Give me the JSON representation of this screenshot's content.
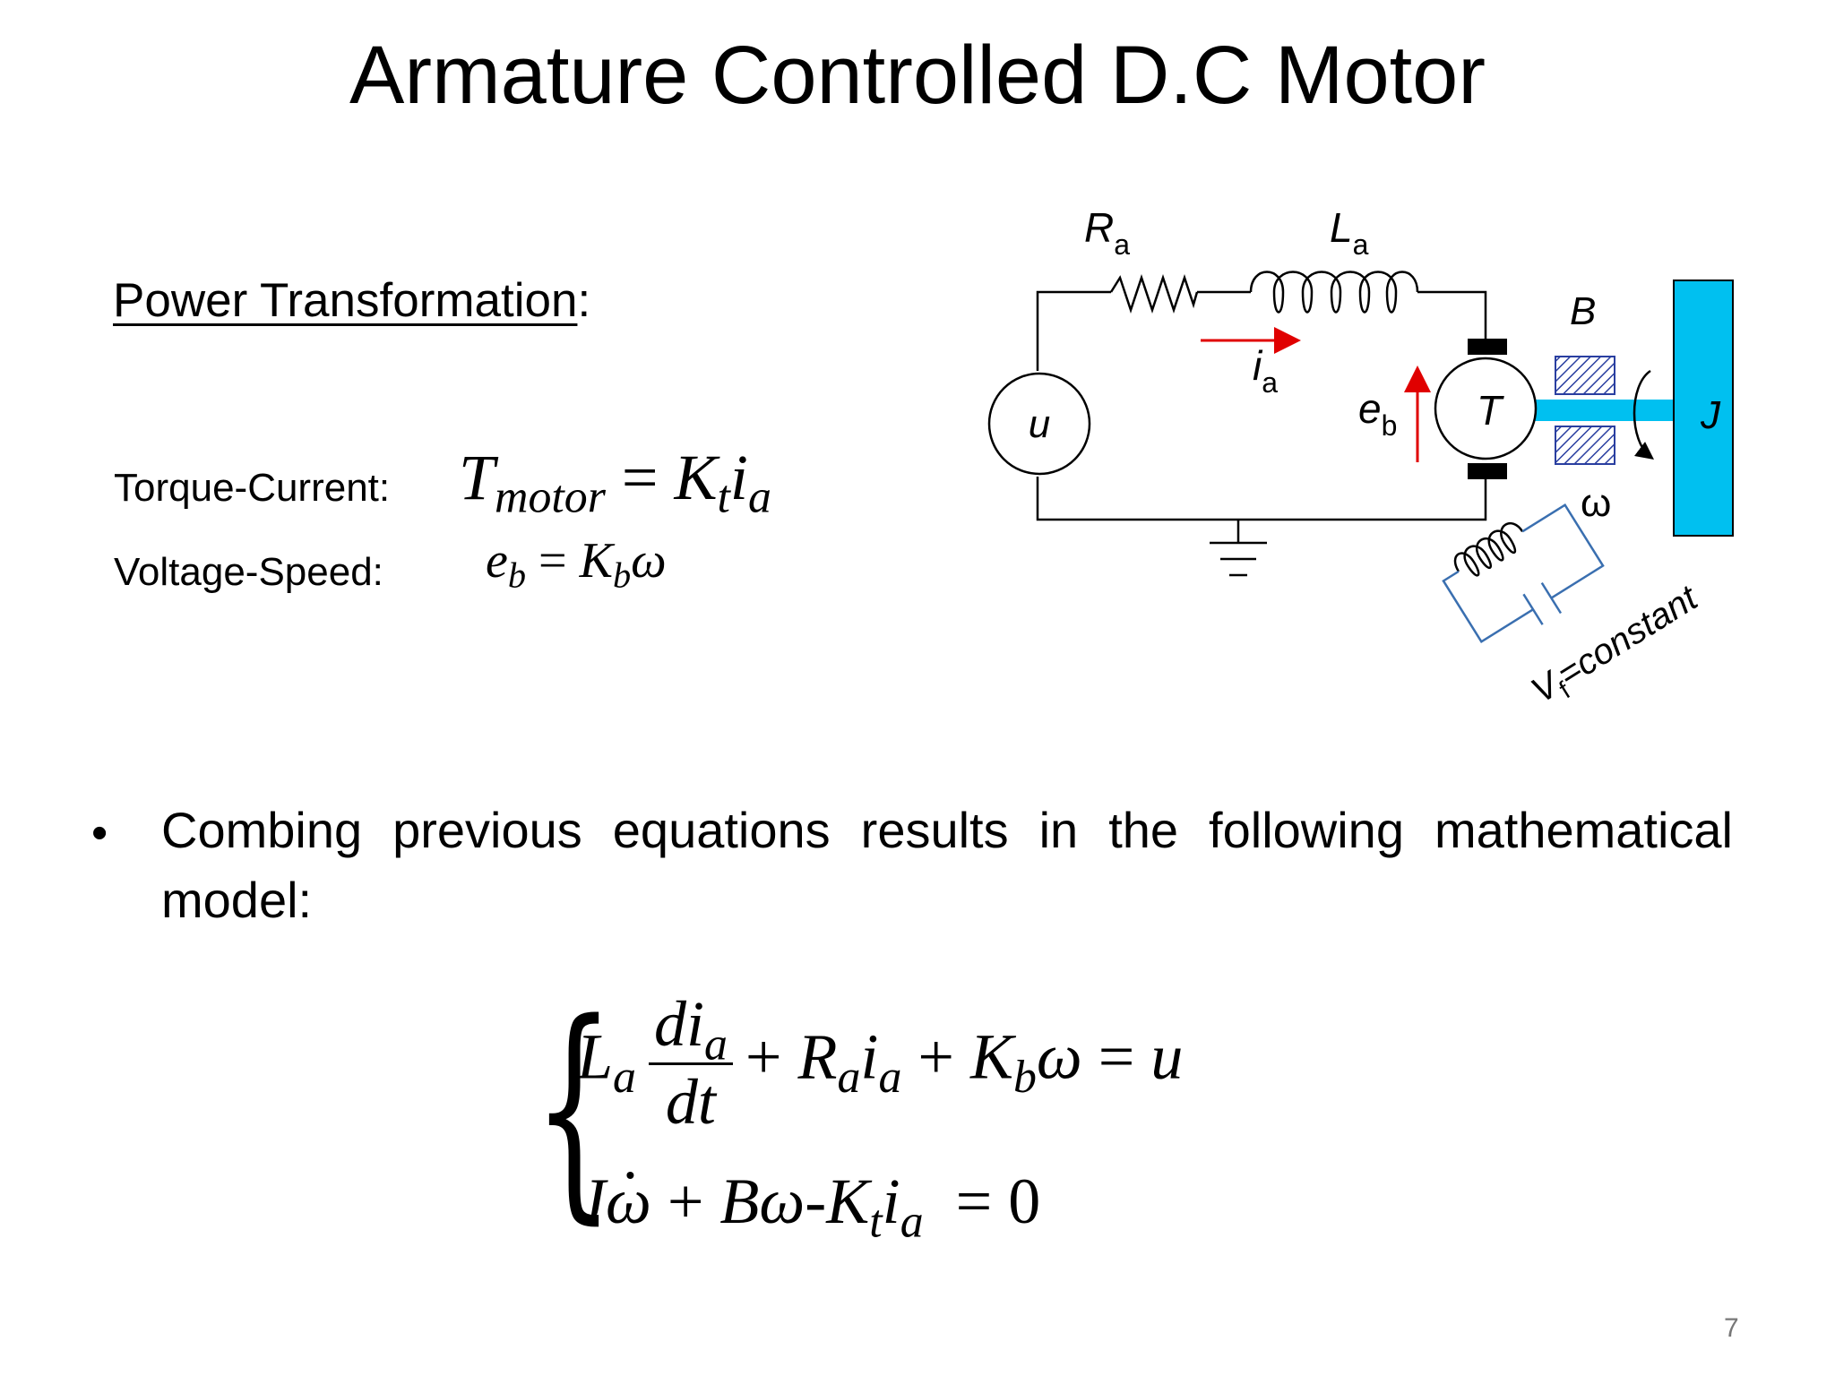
{
  "slide": {
    "title": "Armature Controlled D.C Motor",
    "section_heading": "Power Transformation",
    "section_heading_colon": ":",
    "page_number": "7"
  },
  "equations": {
    "torque_label": "Torque-Current:",
    "voltage_label": "Voltage-Speed:"
  },
  "bullet": {
    "marker": "•",
    "text": "Combing previous equations results in the following mathematical model:"
  },
  "diagram": {
    "labels": {
      "resistor": "R",
      "resistor_sub": "a",
      "inductor": "L",
      "inductor_sub": "a",
      "current": "i",
      "current_sub": "a",
      "source": "u",
      "back_emf": "e",
      "back_emf_sub": "b",
      "motor": "T",
      "damping": "B",
      "inertia": "J",
      "speed": "ω",
      "field": "V",
      "field_sub": "f",
      "field_suffix": "=constant"
    },
    "colors": {
      "current_arrow": "#e00000",
      "shaft": "#00c0f0",
      "inertia_block": "#00c0f0",
      "bearing_hatch": "#2a3fa0",
      "field_circuit": "#3a6fb0"
    }
  }
}
